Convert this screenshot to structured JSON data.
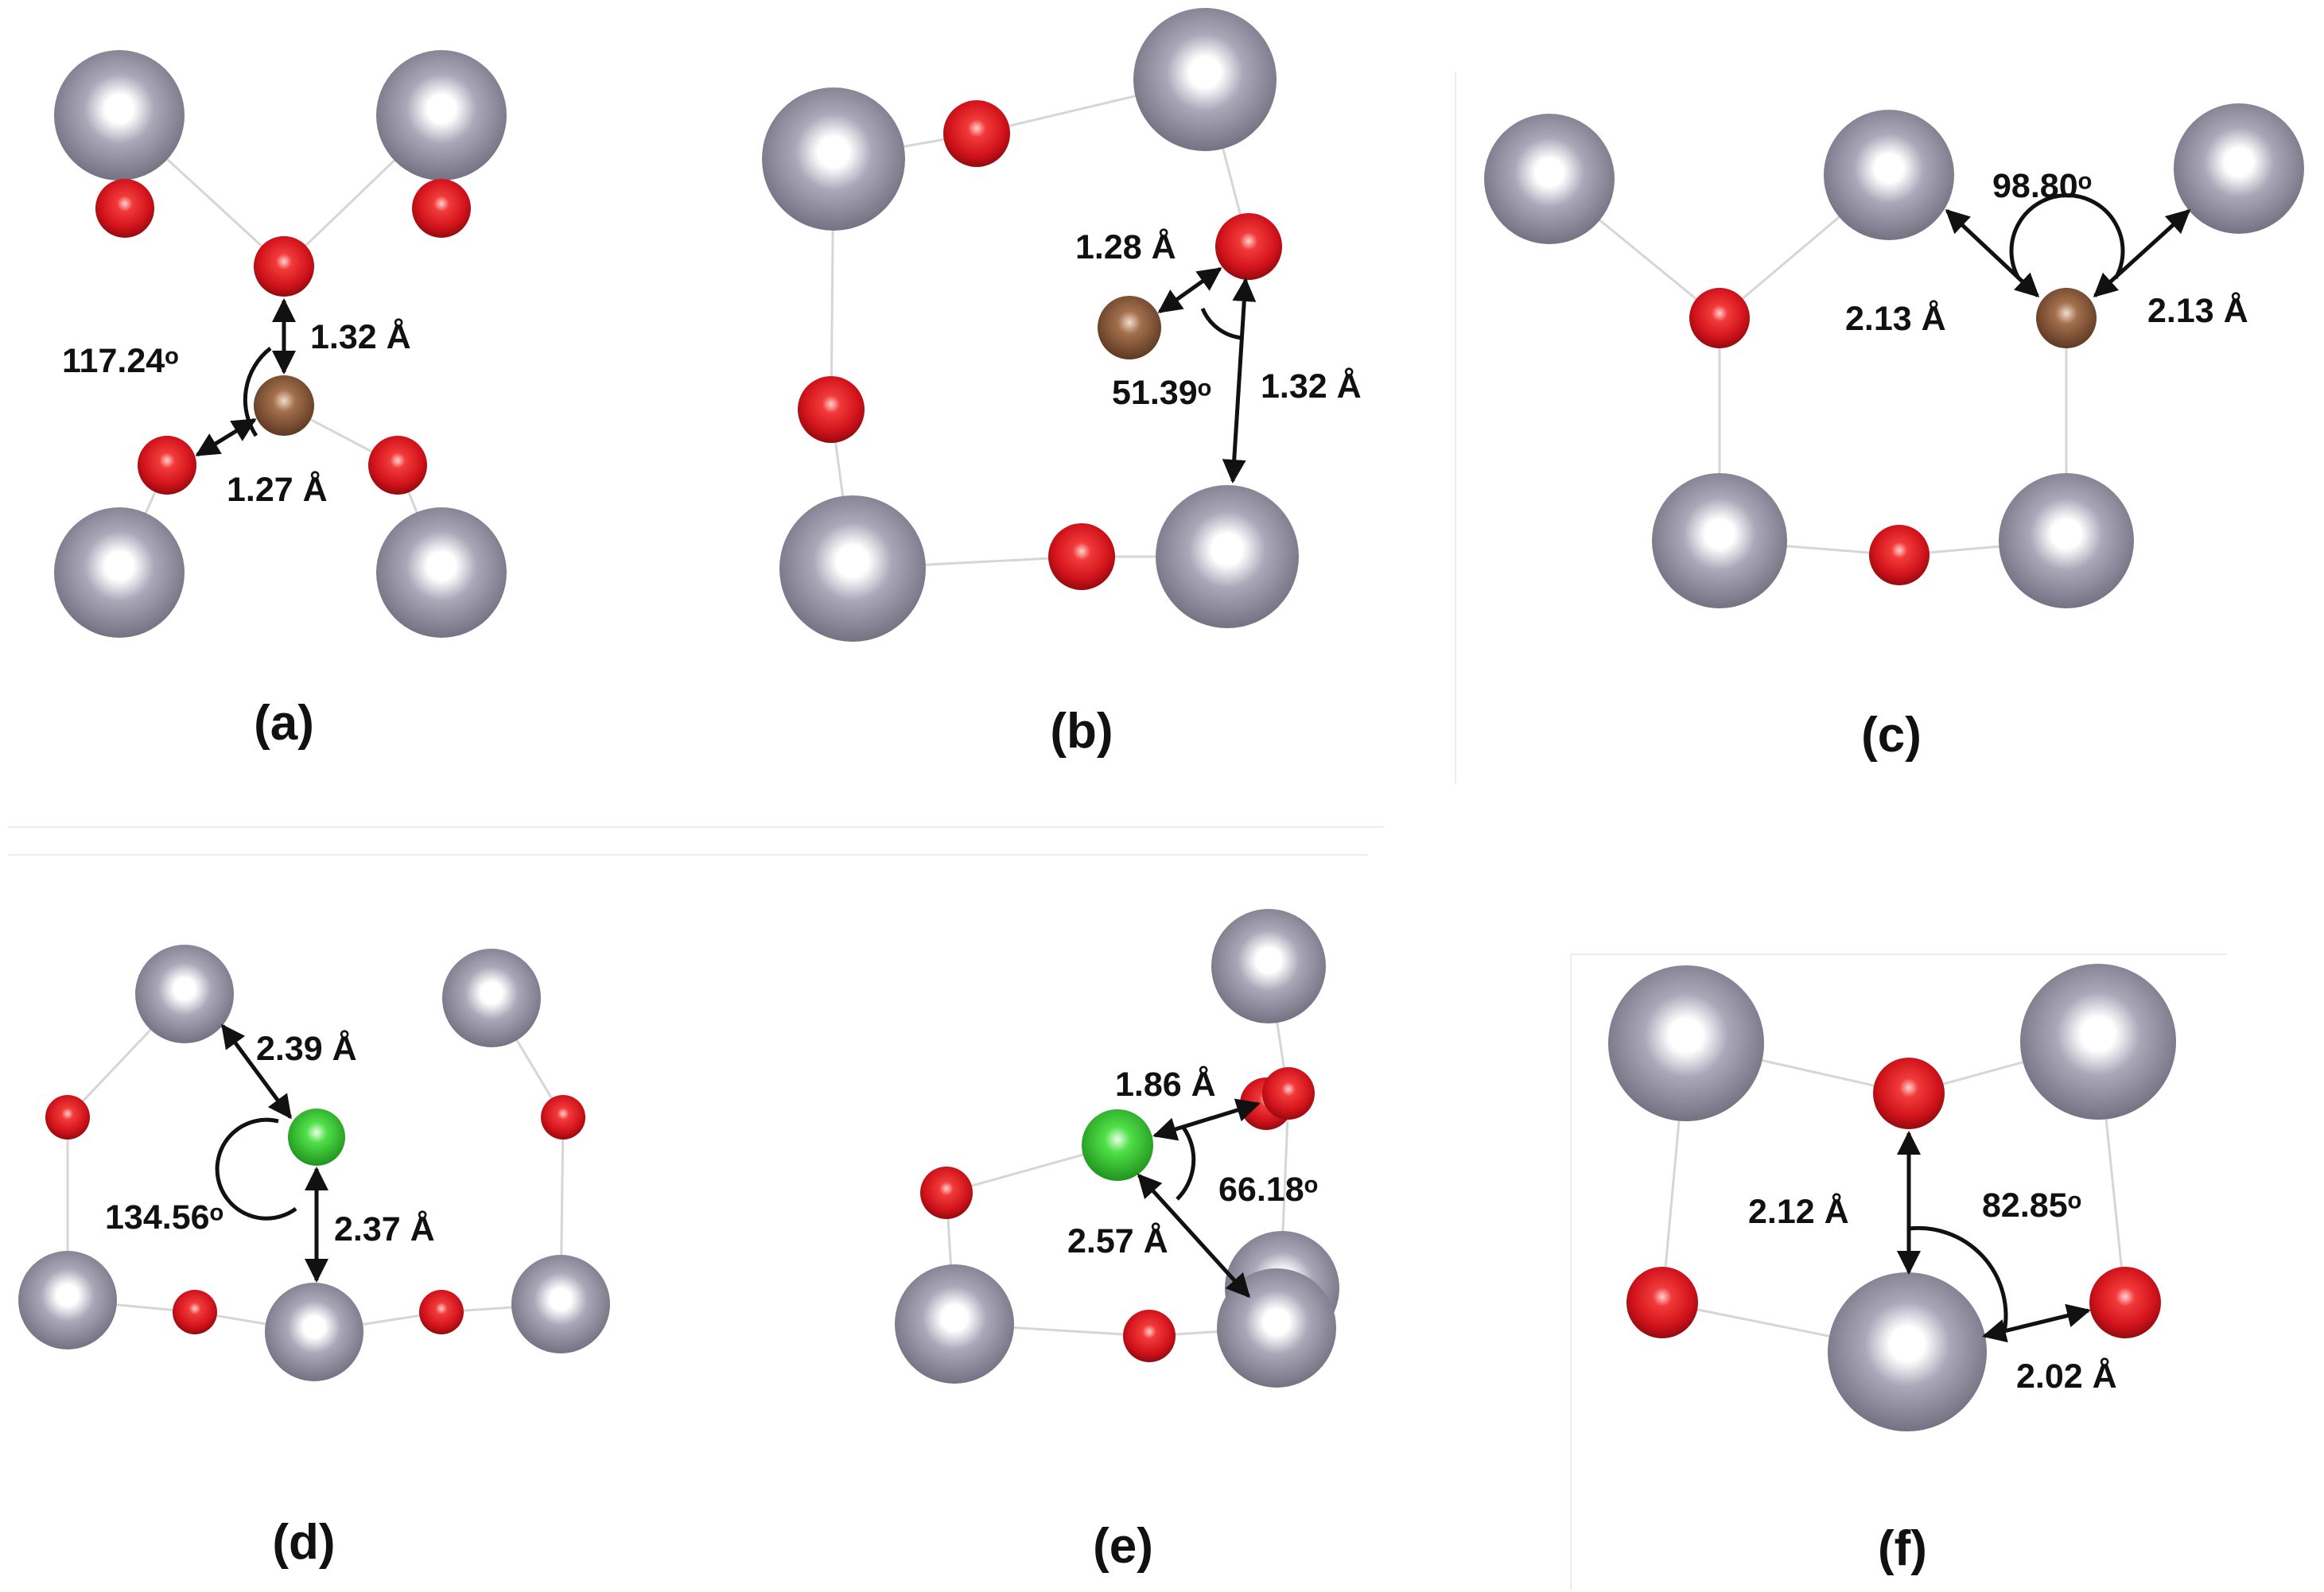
{
  "colors": {
    "metal": "#8e8c9f",
    "oxygen": "#d9141b",
    "carbon": "#8b5a3c",
    "chlorine": "#3fd33a",
    "bond": "#d6d6d6",
    "arrow": "#111111"
  },
  "panels": [
    {
      "caption": "(a)",
      "labels": [
        "1.32 Å",
        "117.24ᵒ",
        "1.27 Å"
      ]
    },
    {
      "caption": "(b)",
      "labels": [
        "1.28 Å",
        "51.39ᵒ",
        "1.32 Å"
      ]
    },
    {
      "caption": "(c)",
      "labels": [
        "98.80ᵒ",
        "2.13 Å",
        "2.13 Å"
      ]
    },
    {
      "caption": "(d)",
      "labels": [
        "2.39 Å",
        "134.56ᵒ",
        "2.37 Å"
      ]
    },
    {
      "caption": "(e)",
      "labels": [
        "1.86 Å",
        "66.18ᵒ",
        "2.57 Å"
      ]
    },
    {
      "caption": "(f)",
      "labels": [
        "82.85ᵒ",
        "2.12 Å",
        "2.02 Å"
      ]
    }
  ]
}
